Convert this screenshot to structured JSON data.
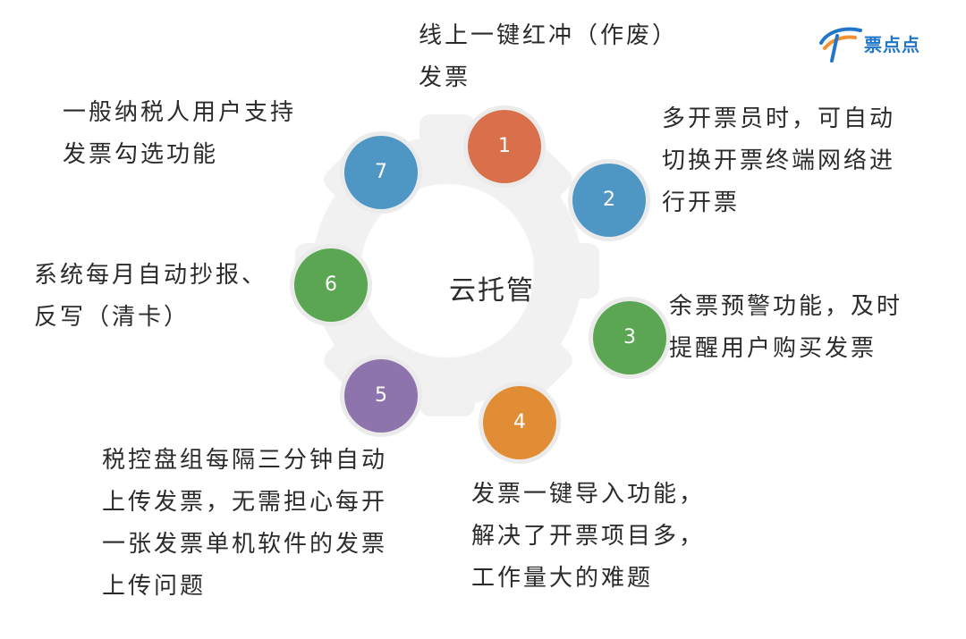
{
  "brand": {
    "name": "票点点",
    "color": "#2176c9",
    "accent": "#f29130"
  },
  "center": {
    "label": "云托管"
  },
  "nodes": [
    {
      "number": "1",
      "color": "#d9704b",
      "lines": [
        "线上一键红冲（作废）",
        "发票"
      ]
    },
    {
      "number": "2",
      "color": "#4e96c3",
      "lines": [
        "多开票员时，可自动",
        "切换开票终端网络进",
        "行开票"
      ]
    },
    {
      "number": "3",
      "color": "#5aa653",
      "lines": [
        "余票预警功能，及时",
        "提醒用户购买发票"
      ]
    },
    {
      "number": "4",
      "color": "#e08d35",
      "lines": [
        "发票一键导入功能，",
        "解决了开票项目多，",
        "工作量大的难题"
      ]
    },
    {
      "number": "5",
      "color": "#8e74ad",
      "lines": [
        "税控盘组每隔三分钟自动",
        "上传发票，无需担心每开",
        "一张发票单机软件的发票",
        "上传问题"
      ]
    },
    {
      "number": "6",
      "color": "#5aa653",
      "lines": [
        "系统每月自动抄报、",
        "反写（清卡）"
      ]
    },
    {
      "number": "7",
      "color": "#4e96c3",
      "lines": [
        "一般纳税人用户支持",
        "发票勾选功能"
      ]
    }
  ]
}
